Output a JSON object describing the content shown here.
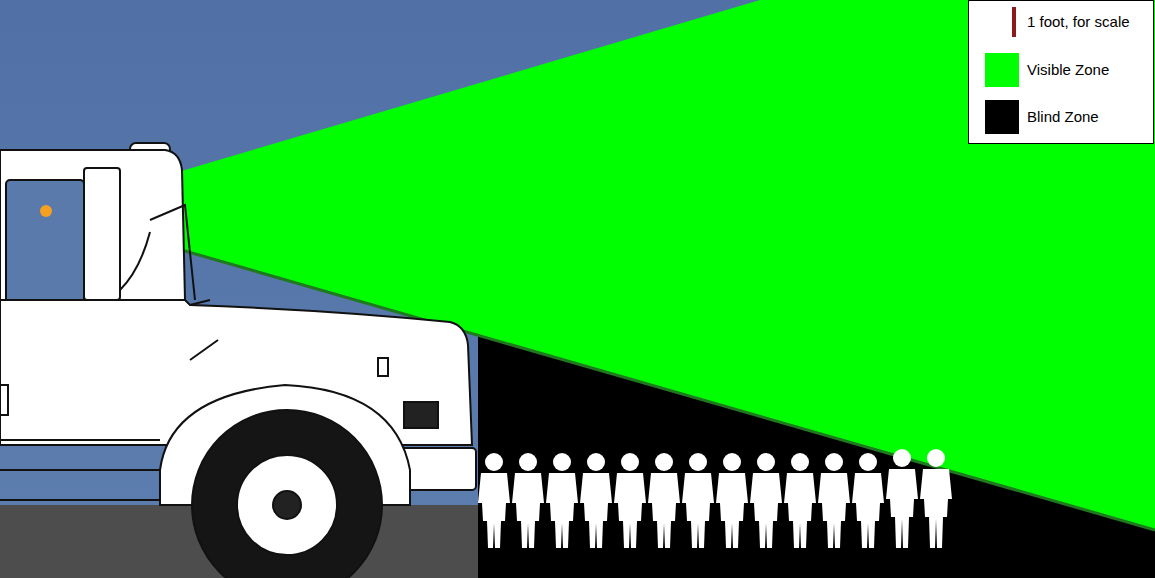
{
  "diagram": {
    "legend": [
      {
        "text": "1 foot, for scale"
      },
      {
        "text": "Visible Zone",
        "color": "#00ff00"
      },
      {
        "text": "Blind Zone",
        "color": "#000000"
      }
    ]
  }
}
